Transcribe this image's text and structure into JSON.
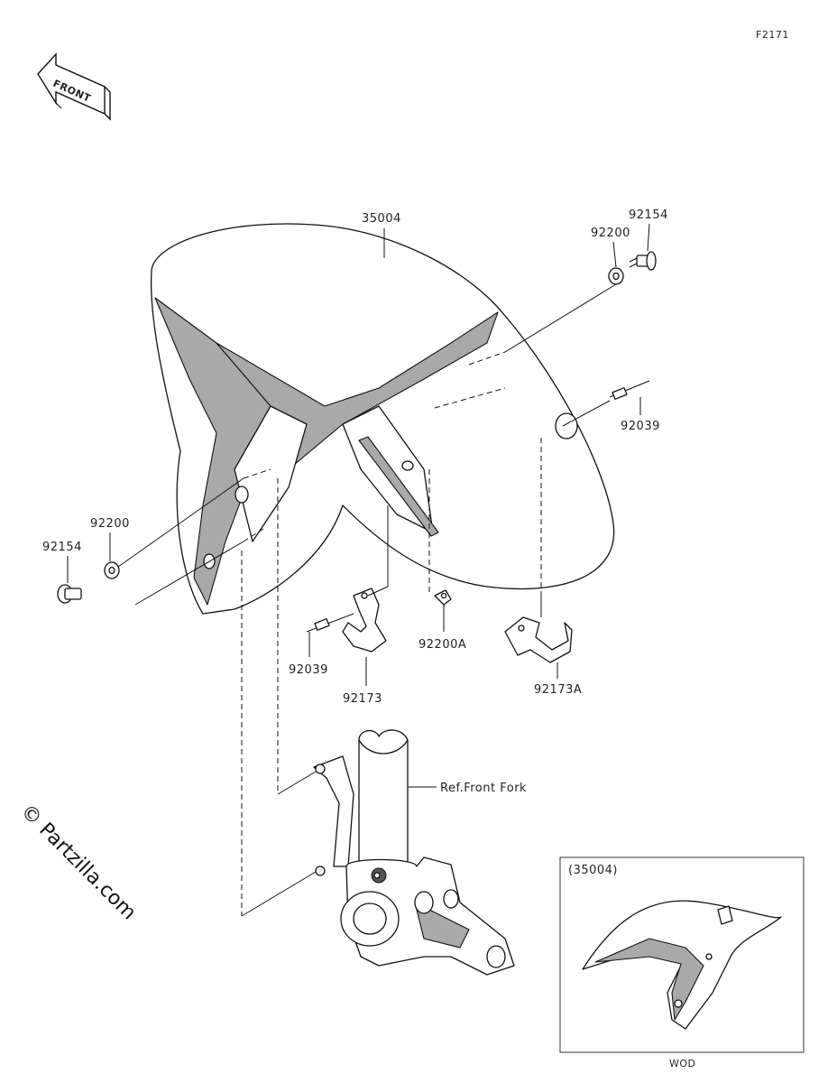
{
  "figure_code": "F2171",
  "front_label": "FRONT",
  "watermark": "© Partzilla.com",
  "parts": {
    "fender": "35004",
    "bolt_right": "92154",
    "washer_right": "92200",
    "clamp_pin_right": "92039",
    "washer_left": "92200",
    "bolt_left": "92154",
    "clamp_pin_left": "92039",
    "clamp_left": "92173",
    "washer_center": "92200A",
    "clamp_right": "92173A",
    "front_fork_ref": "Ref.Front Fork"
  },
  "inset": {
    "label": "(35004)",
    "caption": "WOD"
  }
}
